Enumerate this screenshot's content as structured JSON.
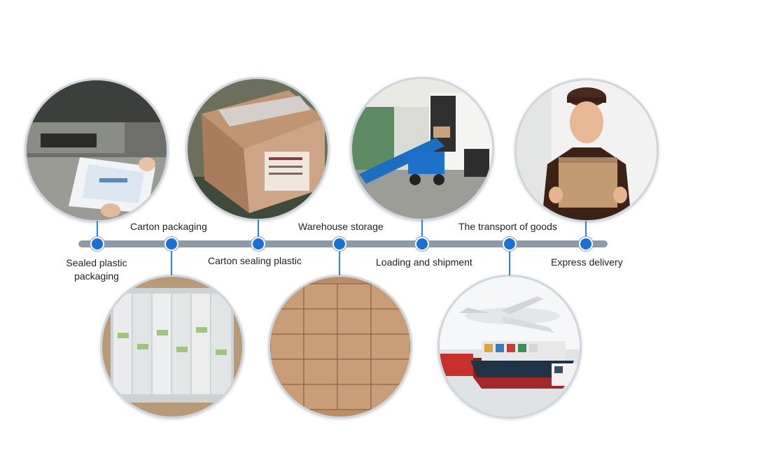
{
  "steps": [
    {
      "label": "Sealed plastic packaging",
      "image": "Sealing machine packing a plastic bag"
    },
    {
      "label": "Carton packaging",
      "image": "Plastic bags packed inside a carton"
    },
    {
      "label": "Carton sealing plastic",
      "image": "Carton being sealed with plastic tape"
    },
    {
      "label": "Warehouse storage",
      "image": "Stacked cartons in a warehouse"
    },
    {
      "label": "Loading and shipment",
      "image": "Conveyor loading a truck"
    },
    {
      "label": "The transport of goods",
      "image": "Airplane, cargo ship and trucks"
    },
    {
      "label": "Express delivery",
      "image": "Courier holding a cardboard box"
    }
  ],
  "colors": {
    "timeline": "#8e9ba6",
    "node": "#1c6fd6",
    "stem": "#2e7fd8",
    "ring": "#cfd6dc",
    "text": "#1f1f1f"
  }
}
